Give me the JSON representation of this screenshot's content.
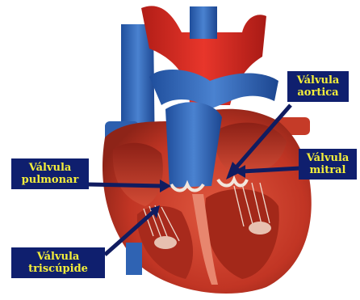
{
  "colors": {
    "label_background": "#0f1f6e",
    "label_text": "#f4ee3a",
    "pointer": "#101c60",
    "myocardium": "#c63a2a",
    "vein_blue": "#2f63b3",
    "artery_red": "#d6261f"
  },
  "labels": {
    "aortic": {
      "line1": "Válvula",
      "line2": "aortica"
    },
    "mitral": {
      "line1": "Válvula",
      "line2": "mitral"
    },
    "pulmonary": {
      "line1": "Válvula",
      "line2": "pulmonar"
    },
    "tricuspid": {
      "line1": "Válvula",
      "line2": "triscúpide"
    }
  }
}
